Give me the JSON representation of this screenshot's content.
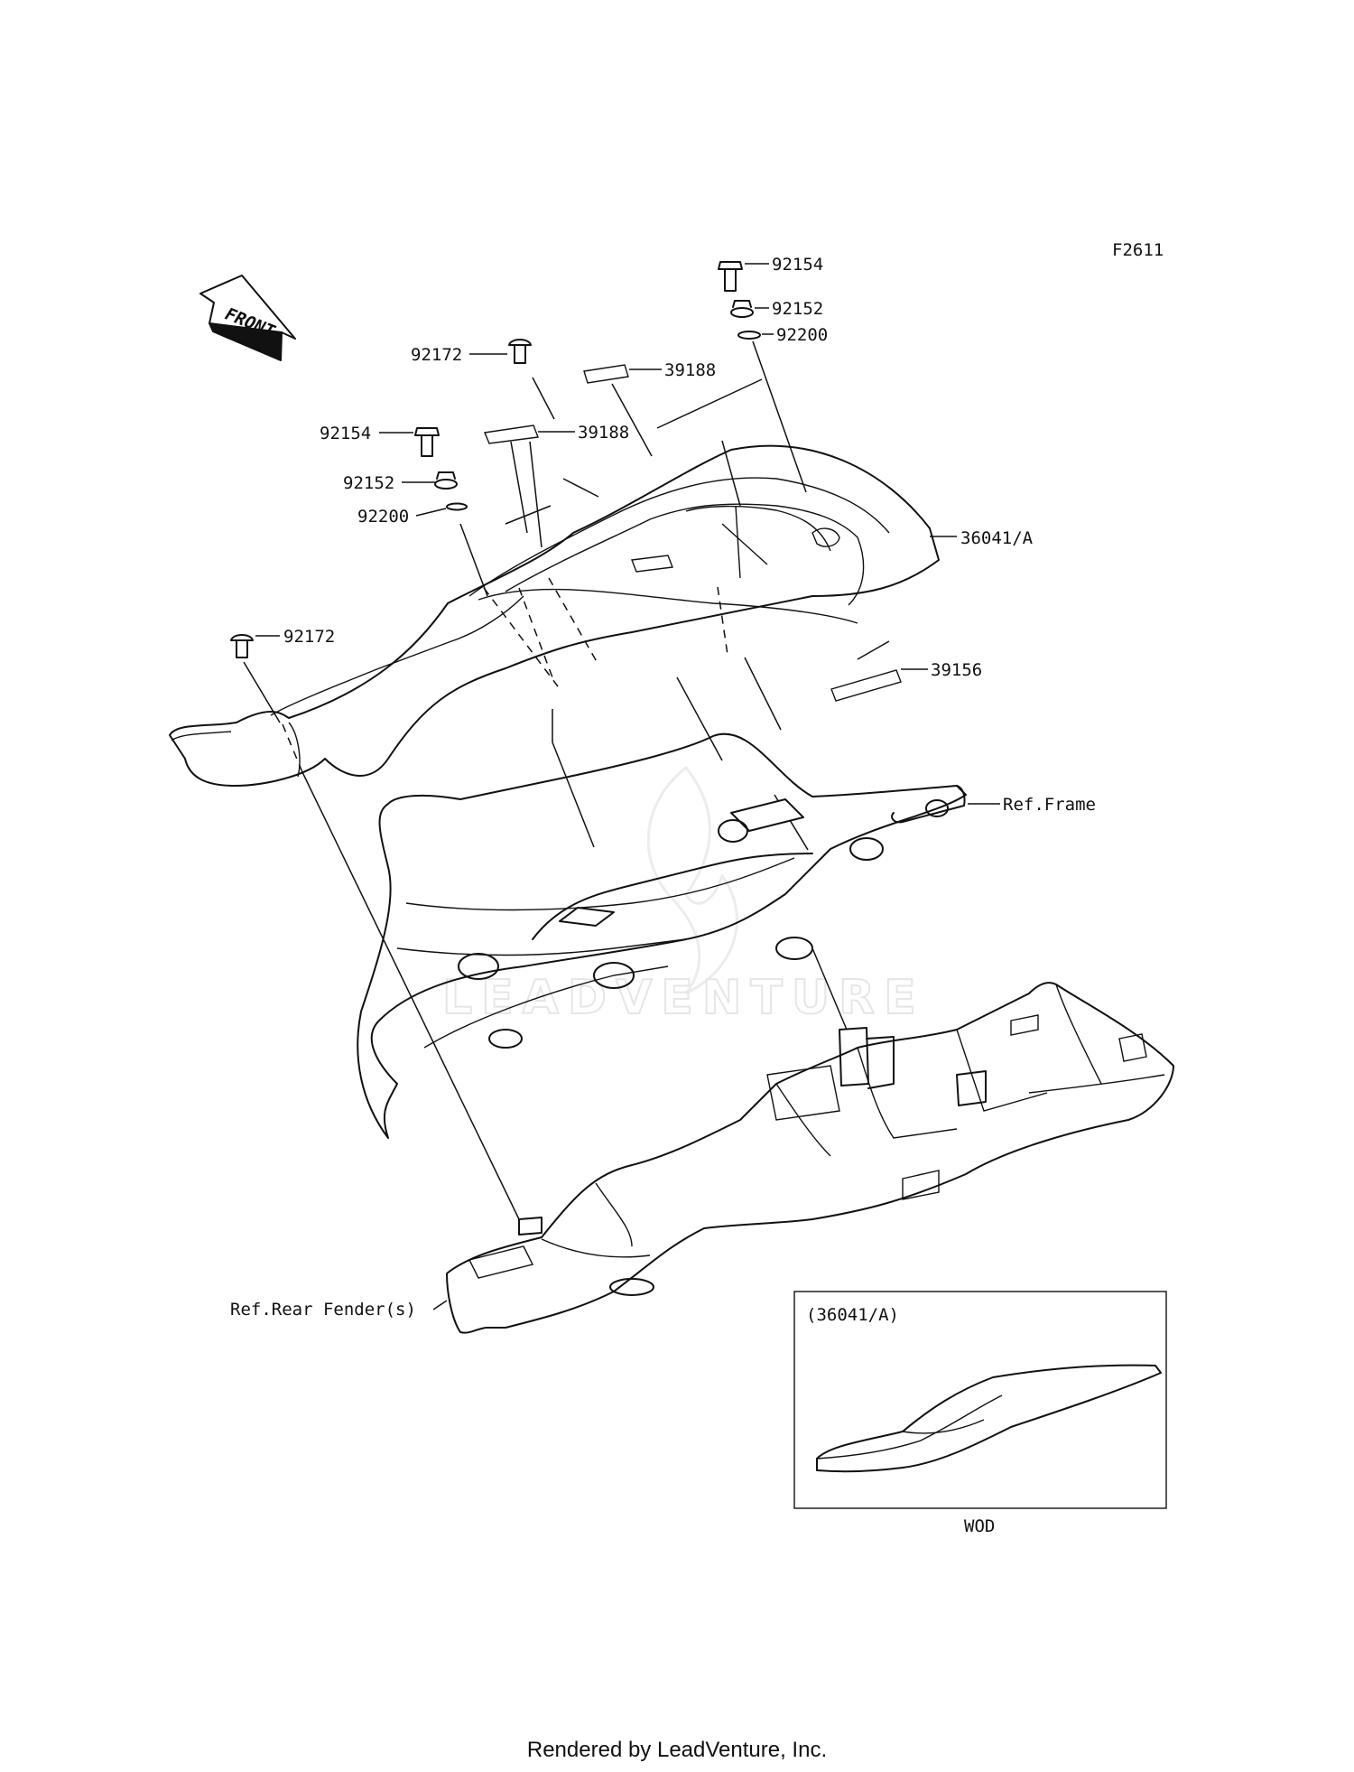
{
  "figure_code": "F2611",
  "front_arrow_label": "FRONT",
  "callouts": [
    {
      "id": "c-92154-right",
      "text": "92154"
    },
    {
      "id": "c-92152-right",
      "text": "92152"
    },
    {
      "id": "c-92200-right",
      "text": "92200"
    },
    {
      "id": "c-92172-top",
      "text": "92172"
    },
    {
      "id": "c-39188-right",
      "text": "39188"
    },
    {
      "id": "c-39188-left",
      "text": "39188"
    },
    {
      "id": "c-92154-left",
      "text": "92154"
    },
    {
      "id": "c-92152-left",
      "text": "92152"
    },
    {
      "id": "c-92200-left",
      "text": "92200"
    },
    {
      "id": "c-36041a",
      "text": "36041/A"
    },
    {
      "id": "c-92172-left",
      "text": "92172"
    },
    {
      "id": "c-39156",
      "text": "39156"
    },
    {
      "id": "c-ref-frame",
      "text": "Ref.Frame"
    },
    {
      "id": "c-ref-rear-fender",
      "text": "Ref.Rear Fender(s)"
    }
  ],
  "inset": {
    "title": "(36041/A)",
    "caption": "WOD"
  },
  "watermark": "LEADVENTURE",
  "footer": "Rendered by LeadVenture, Inc."
}
